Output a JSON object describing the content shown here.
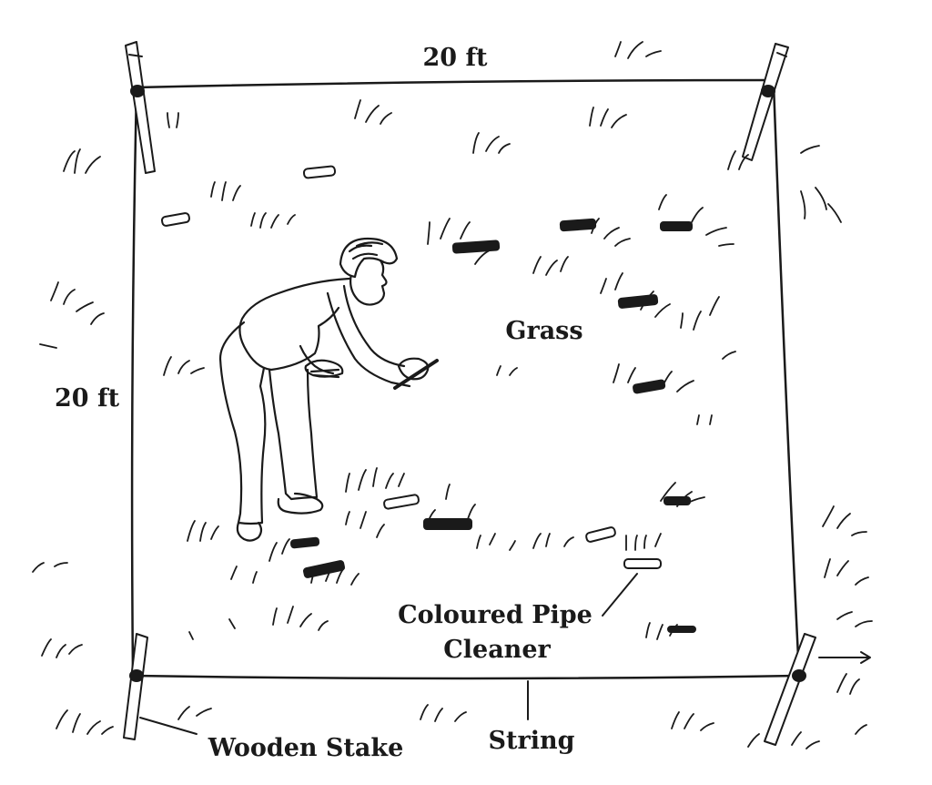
{
  "labels": {
    "top_dimension": "20 ft",
    "side_dimension": "20 ft",
    "grass": "Grass",
    "pipe_cleaner_line1": "Coloured Pipe",
    "pipe_cleaner_line2": "Cleaner",
    "wooden_stake": "Wooden Stake",
    "string": "String"
  },
  "colors": {
    "ink": "#1a1a1a",
    "background": "#ffffff"
  }
}
